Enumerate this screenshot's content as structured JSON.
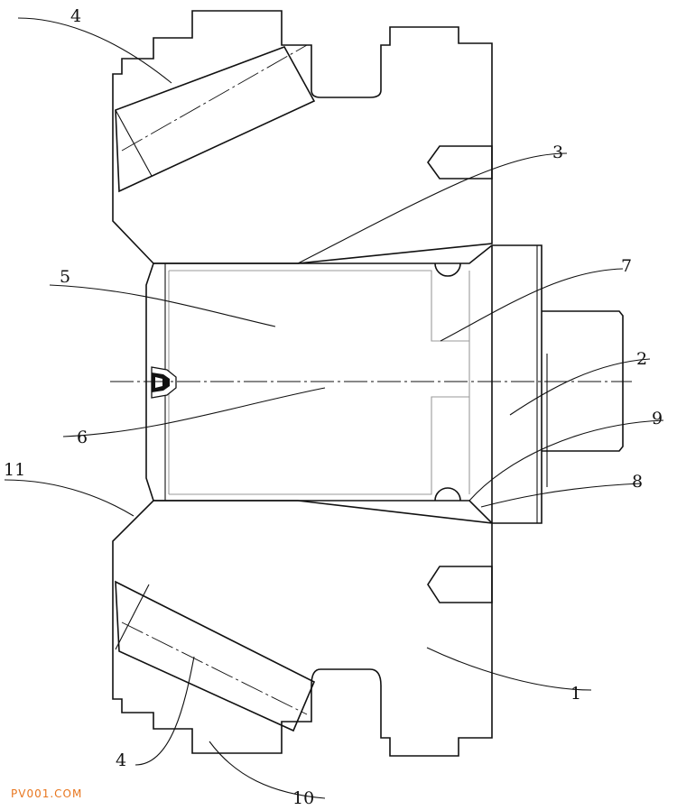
{
  "callouts": [
    {
      "id": "1",
      "text": "1"
    },
    {
      "id": "2",
      "text": "2"
    },
    {
      "id": "3",
      "text": "3"
    },
    {
      "id": "4a",
      "text": "4"
    },
    {
      "id": "4b",
      "text": "4"
    },
    {
      "id": "5",
      "text": "5"
    },
    {
      "id": "6",
      "text": "6"
    },
    {
      "id": "7",
      "text": "7"
    },
    {
      "id": "8",
      "text": "8"
    },
    {
      "id": "9",
      "text": "9"
    },
    {
      "id": "10",
      "text": "10"
    },
    {
      "id": "11",
      "text": "11"
    }
  ],
  "watermark": "PV001.COM"
}
